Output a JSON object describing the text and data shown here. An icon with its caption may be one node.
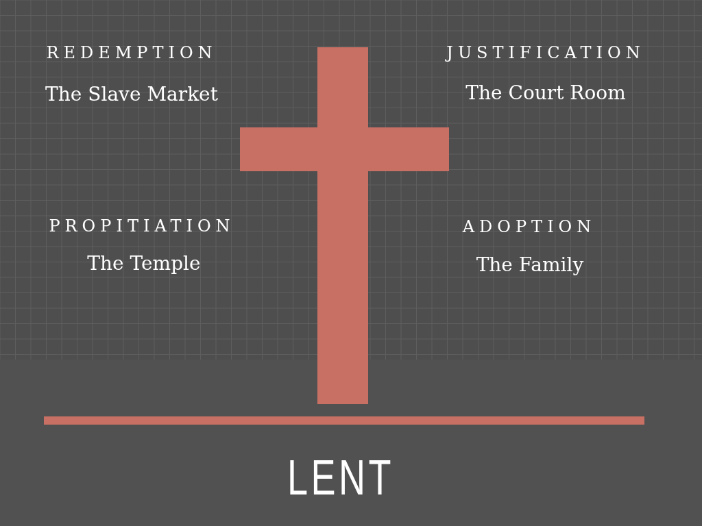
{
  "diagram": {
    "title": "LENT",
    "labels": [
      "REDEMPTION",
      "The Slave Market",
      "JUSTIFICATION",
      "The Court Room",
      "PROPITIATION",
      "The Temple",
      "ADOPTION",
      "The Family"
    ]
  }
}
